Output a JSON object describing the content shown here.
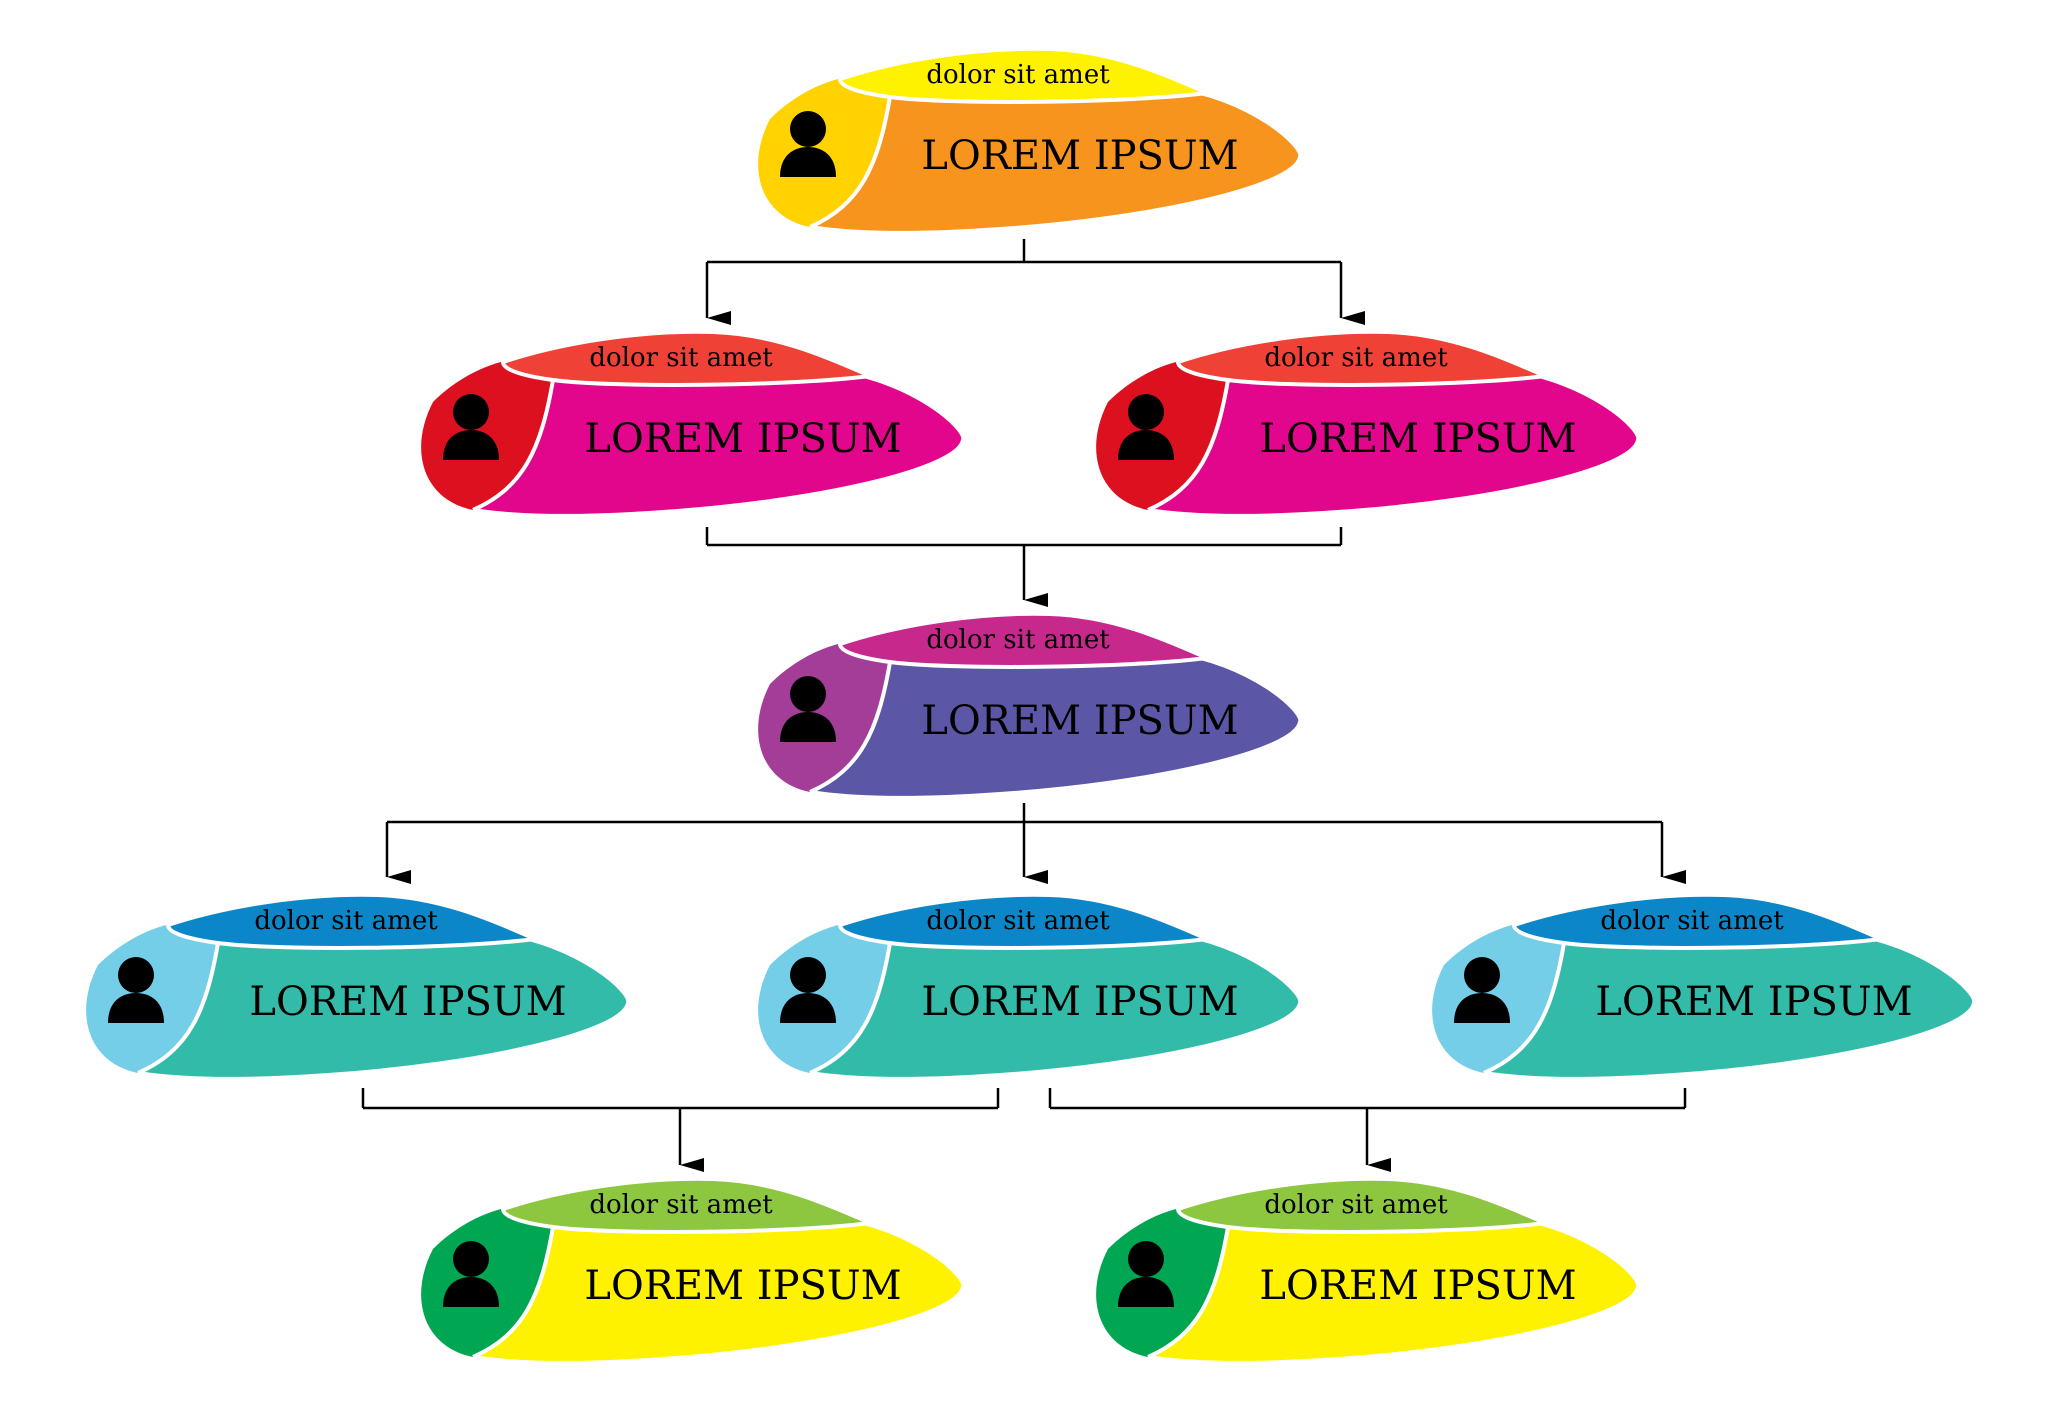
{
  "nodes": [
    {
      "id": "n1",
      "title": "LOREM IPSUM",
      "subtitle": "dolor sit amet",
      "colors": {
        "main": "#F7941D",
        "tab": "#FFF200",
        "icon_area": "#FFD200"
      }
    },
    {
      "id": "n2",
      "title": "LOREM IPSUM",
      "subtitle": "dolor sit amet",
      "colors": {
        "main": "#E2068C",
        "tab": "#EF4136",
        "icon_area": "#DD1020"
      }
    },
    {
      "id": "n3",
      "title": "LOREM IPSUM",
      "subtitle": "dolor sit amet",
      "colors": {
        "main": "#E2068C",
        "tab": "#EF4136",
        "icon_area": "#DD1020"
      }
    },
    {
      "id": "n4",
      "title": "LOREM IPSUM",
      "subtitle": "dolor sit amet",
      "colors": {
        "main": "#5C56A6",
        "tab": "#C7288C",
        "icon_area": "#A33D97"
      }
    },
    {
      "id": "n5",
      "title": "LOREM IPSUM",
      "subtitle": "dolor sit amet",
      "colors": {
        "main": "#33BBAA",
        "tab": "#0B86C8",
        "icon_area": "#74CEE8"
      }
    },
    {
      "id": "n6",
      "title": "LOREM IPSUM",
      "subtitle": "dolor sit amet",
      "colors": {
        "main": "#33BBAA",
        "tab": "#0B86C8",
        "icon_area": "#74CEE8"
      }
    },
    {
      "id": "n7",
      "title": "LOREM IPSUM",
      "subtitle": "dolor sit amet",
      "colors": {
        "main": "#33BBAA",
        "tab": "#0B86C8",
        "icon_area": "#74CEE8"
      }
    },
    {
      "id": "n8",
      "title": "LOREM IPSUM",
      "subtitle": "dolor sit amet",
      "colors": {
        "main": "#FFF200",
        "tab": "#8DC63F",
        "icon_area": "#00A651"
      }
    },
    {
      "id": "n9",
      "title": "LOREM IPSUM",
      "subtitle": "dolor sit amet",
      "colors": {
        "main": "#FFF200",
        "tab": "#8DC63F",
        "icon_area": "#00A651"
      }
    }
  ],
  "edges": [
    {
      "from": "n1",
      "to": "n2"
    },
    {
      "from": "n1",
      "to": "n3"
    },
    {
      "from": "n2",
      "to": "n4"
    },
    {
      "from": "n3",
      "to": "n4"
    },
    {
      "from": "n4",
      "to": "n5"
    },
    {
      "from": "n4",
      "to": "n6"
    },
    {
      "from": "n4",
      "to": "n7"
    },
    {
      "from": "n5",
      "to": "n8"
    },
    {
      "from": "n6",
      "to": "n8"
    },
    {
      "from": "n6",
      "to": "n9"
    },
    {
      "from": "n7",
      "to": "n9"
    }
  ],
  "icon": "person-icon",
  "line_color": "#000000",
  "background": "#FFFFFF"
}
